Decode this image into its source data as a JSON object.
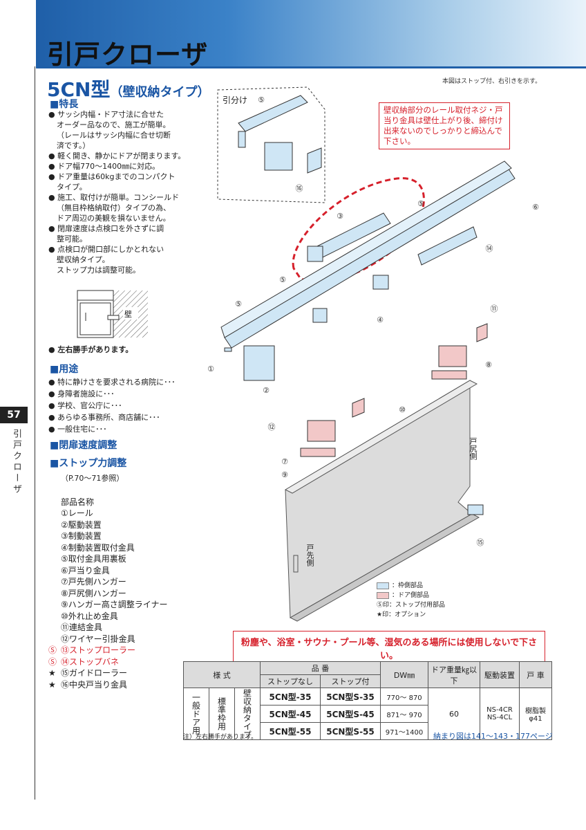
{
  "header": {
    "title": "引戸クローザ"
  },
  "model": {
    "name": "5CN型",
    "subtitle": "（壁収納タイプ）"
  },
  "top_note": "本図はストップ付、右引きを示す。",
  "features": {
    "heading": "■特長",
    "items": [
      "● サッシ内幅・ドア寸法に合せた",
      "オーダー品なので、施工が簡単。",
      "（レールはサッシ内幅に合せ切断",
      "済です。）",
      "● 軽く開き、静かにドアが閉まります。",
      "● ドア幅770〜1400㎜に対応。",
      "● ドア重量は60kgまでのコンパクト",
      "タイプ。",
      "● 施工、取付けが簡単。コンシールド",
      "（無目枠格納取付）タイプの為、",
      "ドア周辺の美観を損ないません。",
      "● 閉扉速度は点検口を外さずに調",
      "整可能。",
      "● 点検口が開口部にしかとれない",
      "壁収納タイプ。",
      "ストップ力は調整可能。"
    ],
    "wall_label": "壁",
    "handed_note": "● 左右勝手があります。"
  },
  "uses": {
    "heading": "■用途",
    "items": [
      "● 特に静けさを要求される病院に･･･",
      "● 身障者施設に･･･",
      "● 学校、官公庁に･･･",
      "● あらゆる事務所、商店舗に･･･",
      "● 一般住宅に･･･"
    ]
  },
  "adjust": {
    "speed": "■閉扉速度調整",
    "stop": "■ストップ力調整",
    "ref": "（P.70〜71参照）"
  },
  "parts": {
    "heading": "部品名称",
    "items": [
      {
        "mark": "",
        "text": "①レール",
        "red": false
      },
      {
        "mark": "",
        "text": "②駆動装置",
        "red": false
      },
      {
        "mark": "",
        "text": "③制動装置",
        "red": false
      },
      {
        "mark": "",
        "text": "④制動装置取付金具",
        "red": false
      },
      {
        "mark": "",
        "text": "⑤取付金具用裏板",
        "red": false
      },
      {
        "mark": "",
        "text": "⑥戸当り金具",
        "red": false
      },
      {
        "mark": "",
        "text": "⑦戸先側ハンガー",
        "red": false
      },
      {
        "mark": "",
        "text": "⑧戸尻側ハンガー",
        "red": false
      },
      {
        "mark": "",
        "text": "⑨ハンガー高さ調整ライナー",
        "red": false
      },
      {
        "mark": "",
        "text": "⑩外れ止め金具",
        "red": false
      },
      {
        "mark": "",
        "text": "⑪連結金具",
        "red": false
      },
      {
        "mark": "",
        "text": "⑫ワイヤー引掛金具",
        "red": false
      },
      {
        "mark": "Ⓢ",
        "text": "⑬ストップローラー",
        "red": true
      },
      {
        "mark": "Ⓢ",
        "text": "⑭ストップバネ",
        "red": true
      },
      {
        "mark": "★",
        "text": "⑮ガイドローラー",
        "red": false
      },
      {
        "mark": "★",
        "text": "⑯中央戸当り金具",
        "red": false
      }
    ]
  },
  "diagram": {
    "split_label": "引分け",
    "callout": "壁収納部分のレール取付ネジ・戸当り金具は壁仕上がり後、締付け出来ないのでしっかりと締込んで下さい。",
    "door_tail": "戸尻側",
    "door_front": "戸先側",
    "callouts": [
      "①",
      "②",
      "③",
      "④",
      "⑤",
      "⑤",
      "⑤",
      "⑥",
      "⑦",
      "⑧",
      "⑨",
      "⑩",
      "⑪",
      "⑫",
      "⑭",
      "⑮",
      "⑯"
    ],
    "legend": [
      "：枠側部品",
      "：ドア側部品",
      "Ⓢ印：ストップ付用部品",
      "★印：オプション"
    ],
    "colors": {
      "frame": "#cfe6f5",
      "door": "#f2c8c8",
      "door_panel": "#dcdcdc",
      "accent": "#d6202b",
      "brand": "#1a55a4"
    }
  },
  "warning": "粉塵や、浴室・サウナ・プール等、湿気のある場所には使用しないで下さい。",
  "table": {
    "h_style": "様 式",
    "h_part": "品 番",
    "h_nostop": "ストップなし",
    "h_stop": "ストップ付",
    "h_dw": "DW㎜",
    "h_weight": "ドア重量㎏以下",
    "h_drive": "駆動装置",
    "h_wheel": "戸 車",
    "style1": "一般ドア用",
    "style2": "標準枠用",
    "style3": "壁収納タイプ",
    "rows": [
      {
        "nostop": "5CN型-35",
        "stop": "5CN型S-35",
        "dw": "770〜 870"
      },
      {
        "nostop": "5CN型-45",
        "stop": "5CN型S-45",
        "dw": "871〜 970"
      },
      {
        "nostop": "5CN型-55",
        "stop": "5CN型S-55",
        "dw": "971〜1400"
      }
    ],
    "weight": "60",
    "drive": "NS-4CR\nNS-4CL",
    "wheel": "樹脂製\nφ41"
  },
  "footnote": "注）左右勝手があります。",
  "pages_ref": "納まり図は141〜143・177ページ",
  "page": {
    "number": "57",
    "side_label": "引戸クローザ"
  }
}
